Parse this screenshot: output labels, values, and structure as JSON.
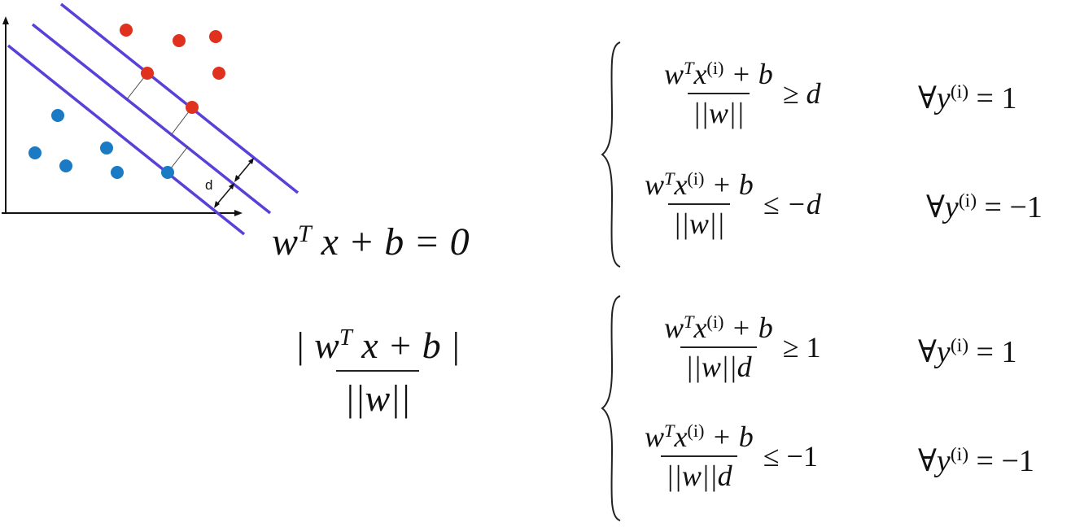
{
  "diagram": {
    "margin_label": "d",
    "colors": {
      "positive_points": "#e0311f",
      "negative_points": "#1a7ac4",
      "hyperplanes": "#5a3fd9",
      "axes": "#111111"
    }
  },
  "hyperplane_eq": {
    "text": "w",
    "sup": "T",
    "rest": "x + b = 0"
  },
  "distance": {
    "num_left": "| w",
    "num_sup": "T",
    "num_rest": "x + b |",
    "den": "||w||"
  },
  "system1": {
    "row1": {
      "num": "w",
      "num_sup": "T",
      "num_x": "x",
      "num_xsup": "(i)",
      "num_rest": "+ b",
      "den": "||w||",
      "rel": "≥ d",
      "cond": "∀y",
      "cond_sup": "(i)",
      "cond_rest": "= 1"
    },
    "row2": {
      "num": "w",
      "num_sup": "T",
      "num_x": "x",
      "num_xsup": "(i)",
      "num_rest": "+ b",
      "den": "||w||",
      "rel": "≤ −d",
      "cond": "∀y",
      "cond_sup": "(i)",
      "cond_rest": "= −1"
    }
  },
  "system2": {
    "row1": {
      "num": "w",
      "num_sup": "T",
      "num_x": "x",
      "num_xsup": "(i)",
      "num_rest": "+ b",
      "den": "||w||d",
      "rel": "≥ 1",
      "cond": "∀y",
      "cond_sup": "(i)",
      "cond_rest": "= 1"
    },
    "row2": {
      "num": "w",
      "num_sup": "T",
      "num_x": "x",
      "num_xsup": "(i)",
      "num_rest": "+ b",
      "den": "||w||d",
      "rel": "≤ −1",
      "cond": "∀y",
      "cond_sup": "(i)",
      "cond_rest": "= −1"
    }
  }
}
